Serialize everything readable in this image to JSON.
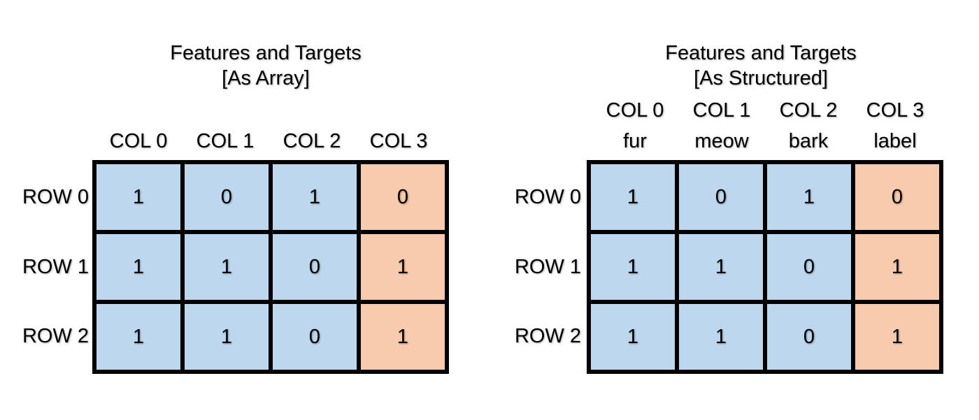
{
  "colors": {
    "feature_cell": "#bdd7ee",
    "target_cell": "#f8cbad",
    "grid_border": "#000000"
  },
  "left": {
    "title": [
      "Features and Targets",
      "[As Array]"
    ],
    "columns": [
      [
        "COL 0"
      ],
      [
        "COL 1"
      ],
      [
        "COL 2"
      ],
      [
        "COL 3"
      ]
    ],
    "rows": [
      "ROW 0",
      "ROW 1",
      "ROW 2"
    ],
    "cells": [
      [
        "1",
        "0",
        "1",
        "0"
      ],
      [
        "1",
        "1",
        "0",
        "1"
      ],
      [
        "1",
        "1",
        "0",
        "1"
      ]
    ],
    "target_column": 3
  },
  "right": {
    "title": [
      "Features and Targets",
      "[As Structured]"
    ],
    "columns": [
      [
        "COL 0",
        "fur"
      ],
      [
        "COL 1",
        "meow"
      ],
      [
        "COL 2",
        "bark"
      ],
      [
        "COL 3",
        "label"
      ]
    ],
    "rows": [
      "ROW 0",
      "ROW 1",
      "ROW 2"
    ],
    "cells": [
      [
        "1",
        "0",
        "1",
        "0"
      ],
      [
        "1",
        "1",
        "0",
        "1"
      ],
      [
        "1",
        "1",
        "0",
        "1"
      ]
    ],
    "target_column": 3
  }
}
